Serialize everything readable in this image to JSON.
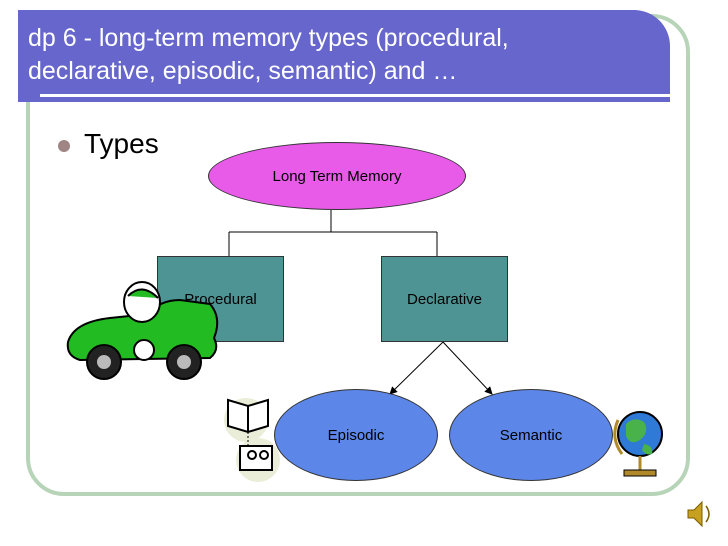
{
  "slide": {
    "title": "dp 6 - long-term memory types (procedural, declarative, episodic, semantic) and …",
    "bullet": "Types"
  },
  "diagram": {
    "root": "Long Term Memory",
    "left": "Procedural",
    "right": "Declarative",
    "child_a": "Episodic",
    "child_b": "Semantic"
  },
  "colors": {
    "title_bar": "#6666cc",
    "root_fill": "#e85ae8",
    "box_fill": "#4e9494",
    "leaf_fill": "#5c86e8",
    "frame": "#b8d4b8"
  },
  "icons": [
    "race-car-icon",
    "book-reader-icon",
    "globe-icon",
    "speaker-icon"
  ]
}
